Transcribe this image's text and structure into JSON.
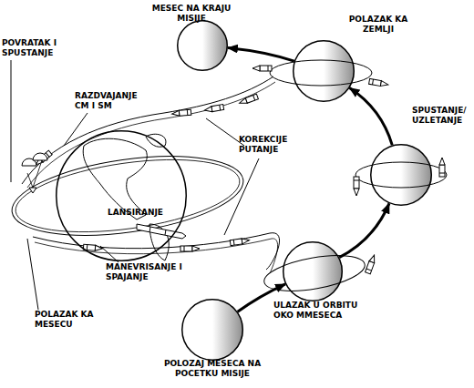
{
  "diagram": {
    "nodes": [
      {
        "text": [
          "LANSIRANJE"
        ]
      },
      {
        "text": [
          "POLOZAJ MESECA NA POCETKU MISIJE"
        ]
      },
      {
        "text": [
          "ULAZAK U ORBITU OKO MMESECA"
        ]
      },
      {
        "text": [
          "SPUSTANJE/ UZLETANJE"
        ]
      },
      {
        "text": [
          "POLAZAK KA ZEMLJI"
        ]
      },
      {
        "text": [
          "MESEC NA KRAJU MISIJE"
        ]
      }
    ],
    "edges": [
      {
        "from": 1,
        "to": 2,
        "arrow": "to"
      },
      {
        "from": 2,
        "to": 3,
        "arrow": "to"
      },
      {
        "from": 3,
        "to": 4,
        "arrow": "to"
      },
      {
        "from": 4,
        "to": 5,
        "arrow": "to"
      }
    ],
    "labels": [
      "POVRATAK I SPUSTANJE",
      "RAZDVAJANJE CM I SM",
      "KOREKCIJE PUTANJE",
      "MANEVRISANJE I SPAJANJE",
      "POLAZAK KA MESECU"
    ]
  }
}
